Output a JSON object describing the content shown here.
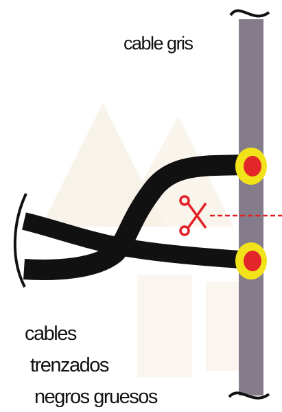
{
  "labels": {
    "gray_cable": "cable gris",
    "black_cables_line1": "cables",
    "black_cables_line2": "trenzados",
    "black_cables_line3": "negros gruesos"
  },
  "colors": {
    "gray_cable": "#857c8b",
    "black_cable": "#111111",
    "connection_outer": "#f2e21a",
    "connection_inner": "#e3262a",
    "cut_mark": "#e31e24",
    "watermark": "#f6f0e4"
  },
  "icons": {
    "cut": "scissors-icon"
  }
}
